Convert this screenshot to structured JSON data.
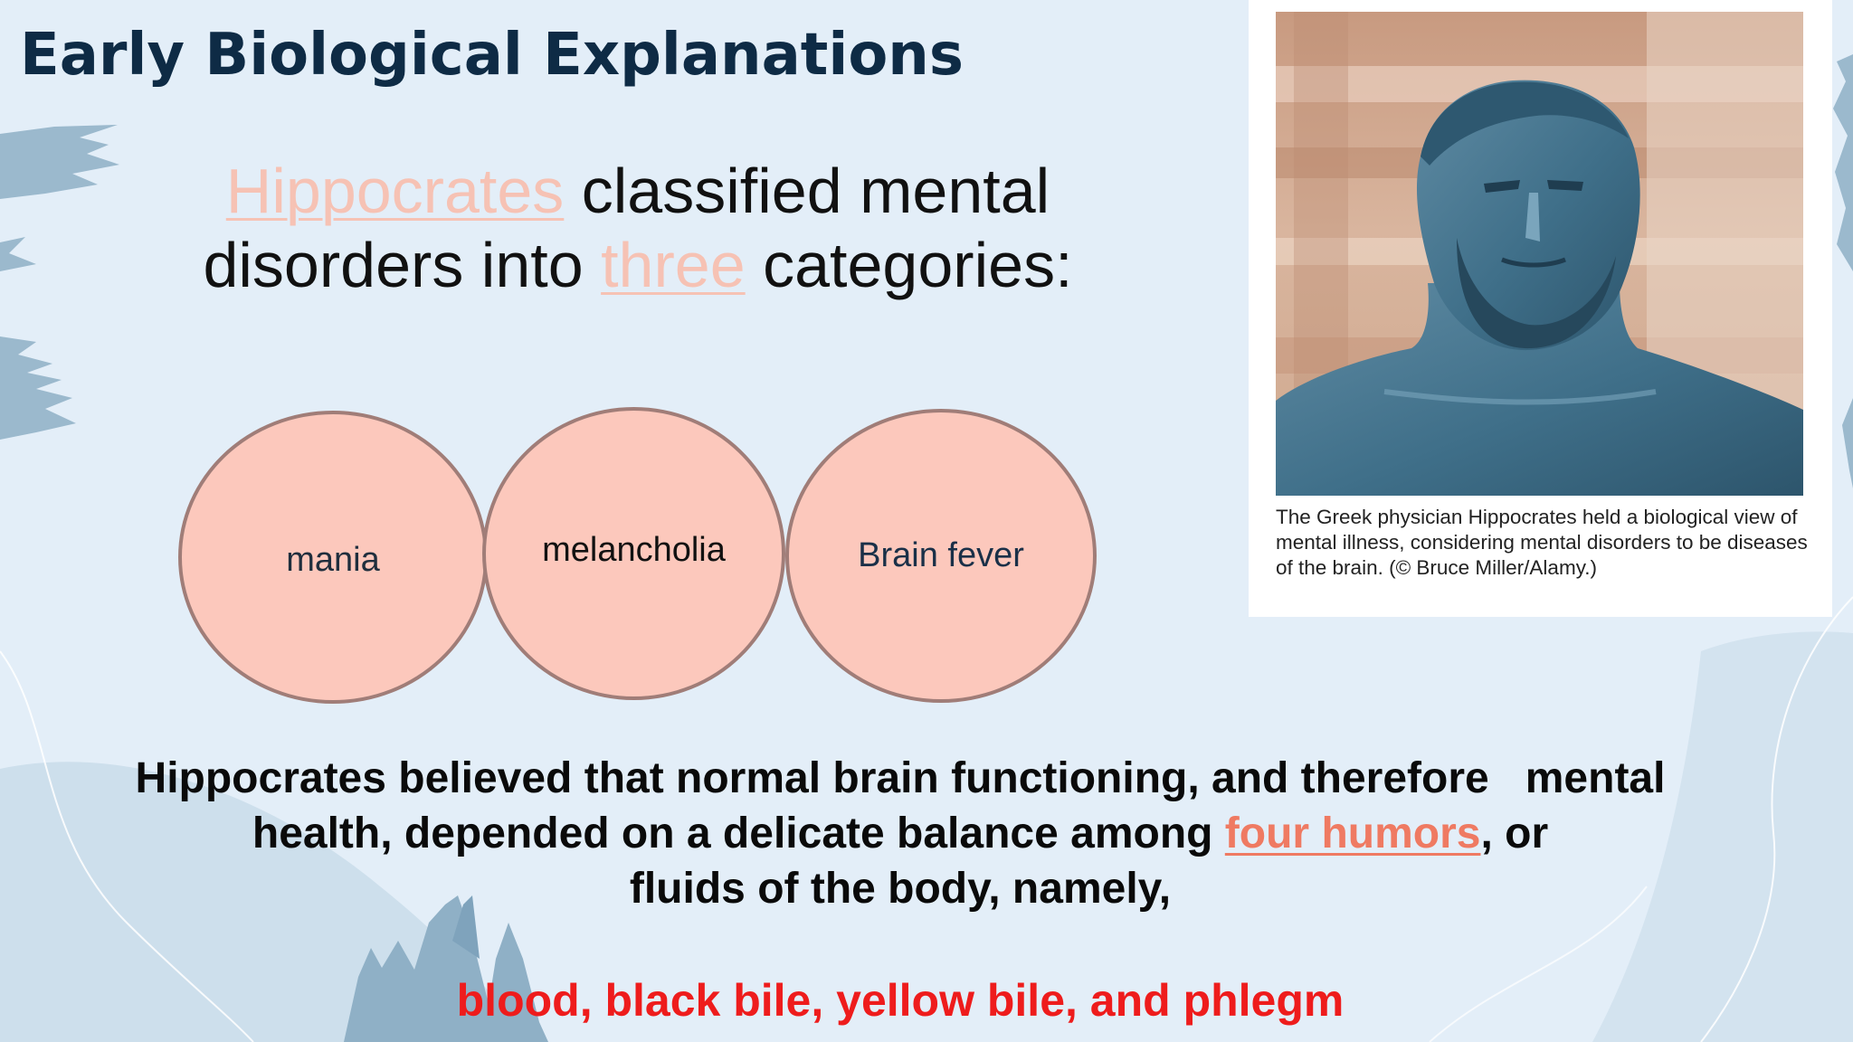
{
  "slide": {
    "title": "Early Biological Explanations"
  },
  "intro": {
    "name": "Hippocrates",
    "text_1": "classified mental",
    "text_2": "disorders into",
    "count_word": "three",
    "text_3": "categories:"
  },
  "categories": [
    "mania",
    "melancholia",
    "Brain fever"
  ],
  "photo": {
    "caption": "The Greek physician Hippocrates held a biological view of mental illness, considering mental disorders to be diseases of the brain. (© Bruce Miller/Alamy.)"
  },
  "body": {
    "line_1": "Hippocrates believed that normal brain functioning, and therefore   mental",
    "line_2_start": "health, depended on a delicate balance among ",
    "link_text": "four humors",
    "line_2_end": ", or",
    "line_3": "fluids of the body, namely,",
    "humors_list": "blood, black bile, yellow bile, and phlegm"
  },
  "colors": {
    "background": "#e3eef8",
    "title": "#0e2b45",
    "highlight": "#f6c2b4",
    "circle_fill": "#fcc8bc",
    "circle_border": "#a07d78",
    "link": "#ef7a62",
    "humors": "#ee1c1c"
  }
}
